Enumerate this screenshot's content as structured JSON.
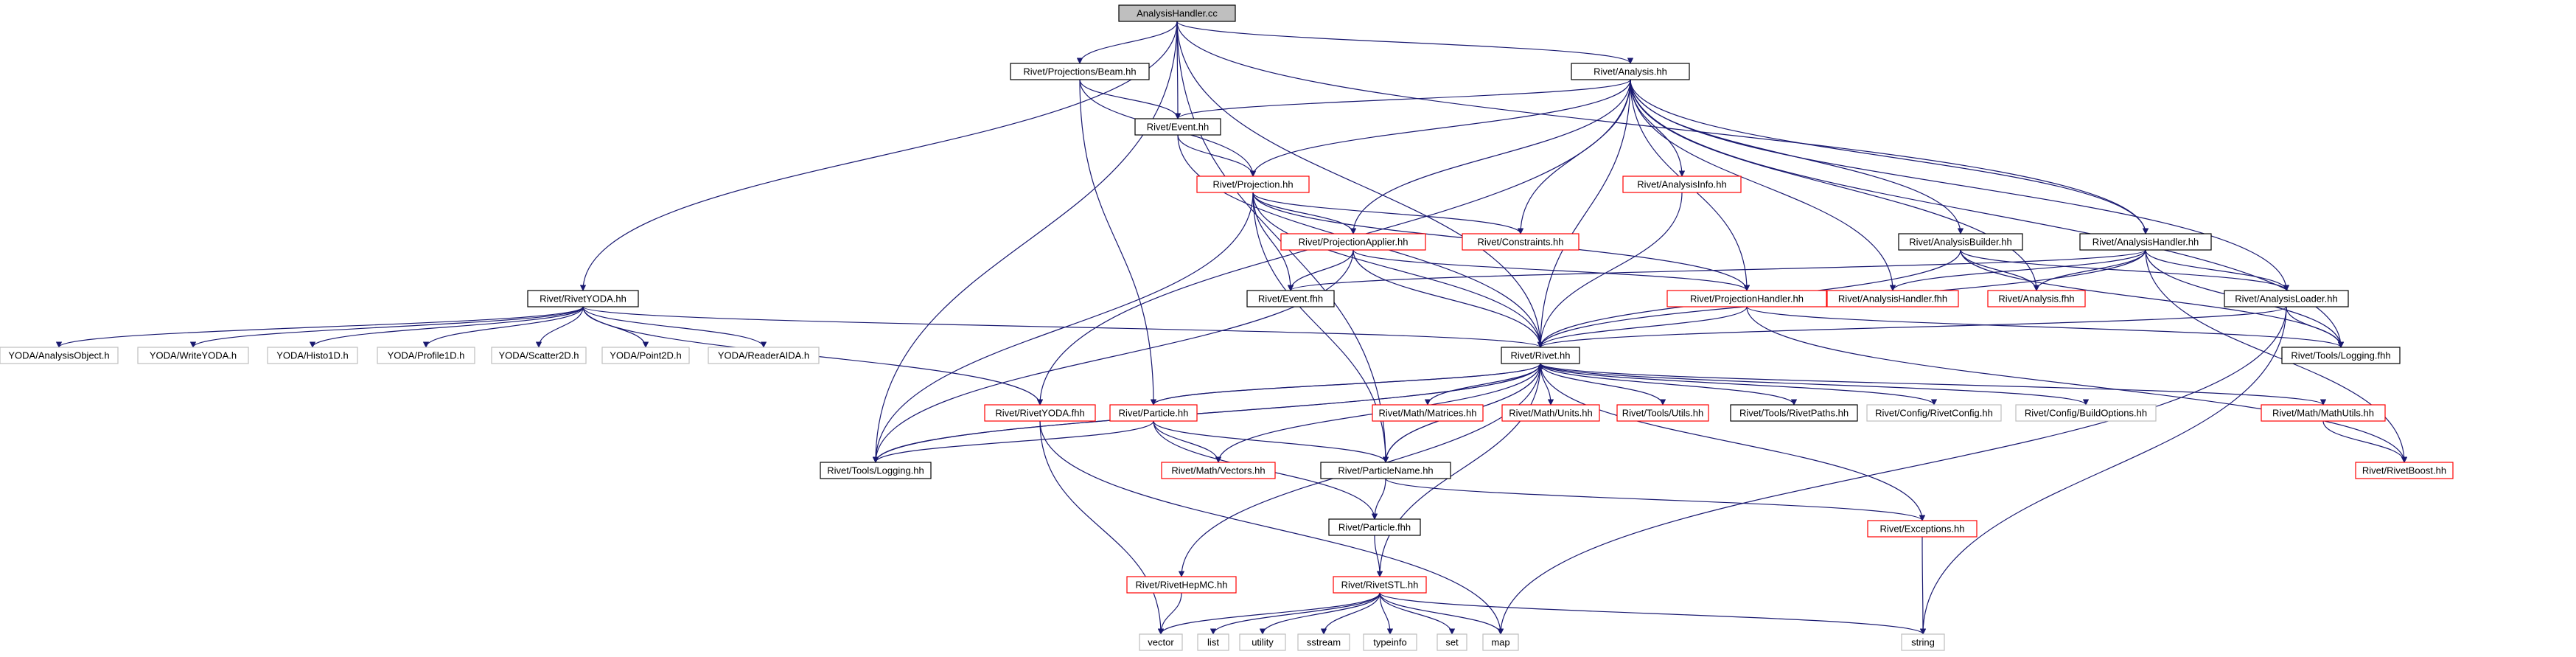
{
  "colors": {
    "edge": "#191970",
    "root_fill": "#bfbfbf",
    "normal_border": "#000000",
    "truncated_border": "#ff0000",
    "system_border": "#bfbfbf",
    "text": "#000000"
  },
  "nodes": {
    "root": "AnalysisHandler.cc",
    "beam": "Rivet/Projections/Beam.hh",
    "analysis": "Rivet/Analysis.hh",
    "event": "Rivet/Event.hh",
    "projection": "Rivet/Projection.hh",
    "constraints": "Rivet/Constraints.hh",
    "analysisinfo": "Rivet/AnalysisInfo.hh",
    "projapplier": "Rivet/ProjectionApplier.hh",
    "analysisbuilder": "Rivet/AnalysisBuilder.hh",
    "analysishandler": "Rivet/AnalysisHandler.hh",
    "eventfhh": "Rivet/Event.fhh",
    "projhandler": "Rivet/ProjectionHandler.hh",
    "anahandlerfhh": "Rivet/AnalysisHandler.fhh",
    "analysisfhh": "Rivet/Analysis.fhh",
    "analysisloader": "Rivet/AnalysisLoader.hh",
    "loggingfhh": "Rivet/Tools/Logging.fhh",
    "rivetyoda": "Rivet/RivetYODA.hh",
    "rivet": "Rivet/Rivet.hh",
    "y_ao": "YODA/AnalysisObject.h",
    "y_write": "YODA/WriteYODA.h",
    "y_h1d": "YODA/Histo1D.h",
    "y_p1d": "YODA/Profile1D.h",
    "y_s2d": "YODA/Scatter2D.h",
    "y_p2d": "YODA/Point2D.h",
    "y_reader": "YODA/ReaderAIDA.h",
    "rivetyodafhh": "Rivet/RivetYODA.fhh",
    "particle": "Rivet/Particle.hh",
    "matrices": "Rivet/Math/Matrices.hh",
    "units": "Rivet/Math/Units.hh",
    "utils": "Rivet/Tools/Utils.hh",
    "rivetpaths": "Rivet/Tools/RivetPaths.hh",
    "rivetconfig": "Rivet/Config/RivetConfig.hh",
    "buildoptions": "Rivet/Config/BuildOptions.hh",
    "mathutils": "Rivet/Math/MathUtils.hh",
    "logginghh": "Rivet/Tools/Logging.hh",
    "vectors": "Rivet/Math/Vectors.hh",
    "particlename": "Rivet/ParticleName.hh",
    "rivetboost": "Rivet/RivetBoost.hh",
    "particlefhh": "Rivet/Particle.fhh",
    "exceptions": "Rivet/Exceptions.hh",
    "hepmc": "Rivet/RivetHepMC.hh",
    "rivetstl": "Rivet/RivetSTL.hh",
    "vector": "vector",
    "list": "list",
    "utility": "utility",
    "sstream": "sstream",
    "typeinfo": "typeinfo",
    "set": "set",
    "map": "map",
    "string": "string"
  }
}
